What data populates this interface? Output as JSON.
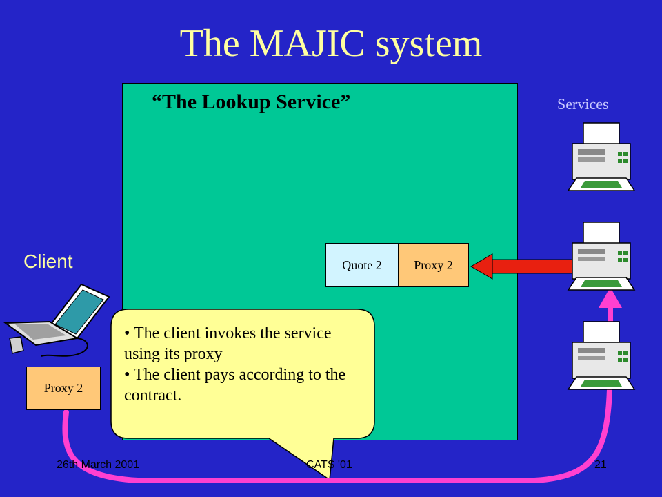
{
  "title": "The MAJIC system",
  "lookup": {
    "label": "“The Lookup Service”"
  },
  "services": {
    "label": "Services",
    "icon": "printer-icon",
    "count": 3
  },
  "client": {
    "label": "Client",
    "icon": "laptop-icon",
    "proxy_label": "Proxy 2"
  },
  "lookup_entry": {
    "quote_label": "Quote 2",
    "proxy_label": "Proxy 2"
  },
  "callout": {
    "bullets": [
      "• The client invokes the service using its proxy",
      "• The client pays according to the contract."
    ]
  },
  "footer": {
    "date": "26th March 2001",
    "conference": "CATS '01",
    "page": "21"
  },
  "colors": {
    "background": "#2424c8",
    "title": "#ffffa0",
    "lookup_box": "#00c896",
    "proxy": "#ffc878",
    "quote": "#d2f4ff",
    "arrow_red": "#e82010",
    "connector_pink": "#ff40d0",
    "callout": "#ffff96"
  }
}
